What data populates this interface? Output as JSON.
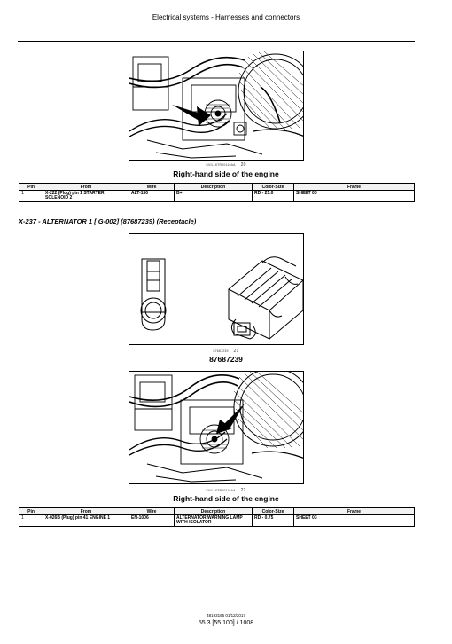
{
  "header": {
    "title": "Electrical systems - Harnesses and connectors"
  },
  "figure1": {
    "ref": "SVIL16TR00116AA",
    "num": "20",
    "caption": "Right-hand side of the engine"
  },
  "table1": {
    "headers": [
      "Pin",
      "From",
      "Wire",
      "Description",
      "Color-Size",
      "Frame"
    ],
    "rows": [
      {
        "pin": "1",
        "from": "X-222 (Plug) pin 1 STARTER SOLENOID 2",
        "wire": "ALT-150",
        "description": "B+",
        "color_size": "RD - 25.0",
        "frame": "SHEET 03"
      }
    ]
  },
  "section": {
    "heading": "X-237 - ALTERNATOR 1 [ G-002] (87687239) (Receptacle)"
  },
  "figure2": {
    "ref": "87687239",
    "num": "21",
    "caption": "87687239"
  },
  "figure3": {
    "ref": "SVIL16TR00116AA",
    "num": "22",
    "caption": "Right-hand side of the engine"
  },
  "table2": {
    "headers": [
      "Pin",
      "From",
      "Wire",
      "Description",
      "Color-Size",
      "Frame"
    ],
    "rows": [
      {
        "pin": "1",
        "from": "X-026B (Plug) pin 41 ENGINE 1",
        "wire": "EN-1006",
        "description": "ALTERNATOR WARNING LAMP WITH ISOLATOR",
        "color_size": "RD - 0.75",
        "frame": "SHEET 03"
      }
    ]
  },
  "footer": {
    "doc_number": "48193165 01/12/2017",
    "page": "55.3 [55.100] / 1008"
  }
}
